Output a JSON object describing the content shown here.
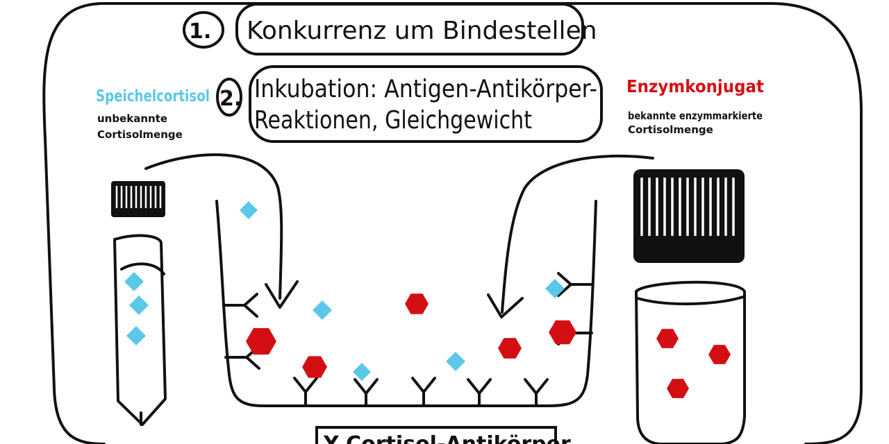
{
  "steps": [
    {
      "number": "1.",
      "text": "Konkurrenz um Bindestellen"
    },
    {
      "number": "2.",
      "line1": "Inkubation: Antigen-Antikörper-",
      "line2": "Reaktionen, Gleichgewicht"
    }
  ],
  "left_label": {
    "title": "Speichelcortisol",
    "line1": "unbekannte",
    "line2": "Cortisolmenge"
  },
  "right_label": {
    "title": "Enzymkonjugat",
    "line1": "bekannte enzymmarkierte",
    "line2": "Cortisolmenge"
  },
  "footer": {
    "text": "Y Cortisol-Antikörper"
  },
  "colors": {
    "cortisol": "#5bc8ea",
    "enzyme": "#d40f14",
    "ink": "#111111"
  }
}
